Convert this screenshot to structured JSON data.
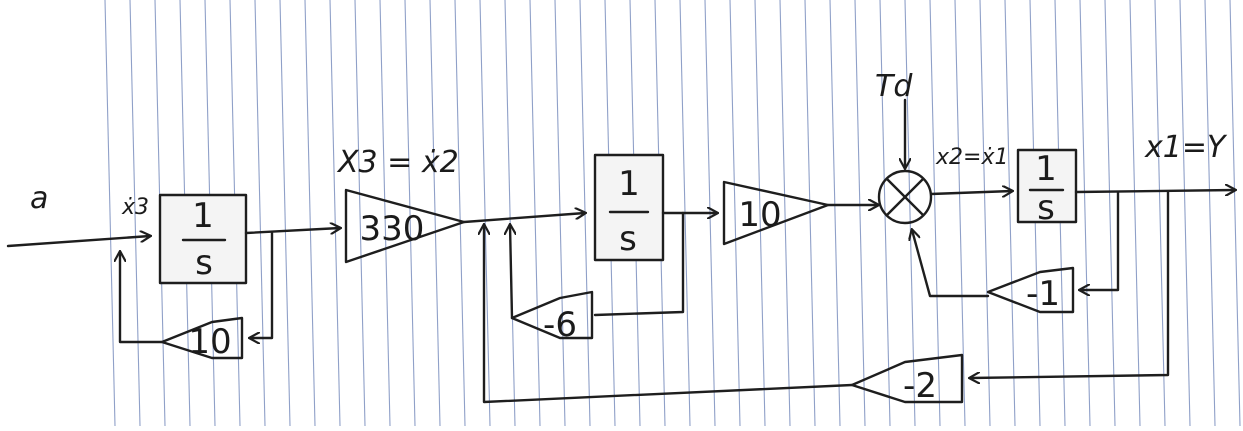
{
  "input_label": "a",
  "signals": {
    "x3dot": "ẋ3",
    "x3_eq_x2dot": "X3 = ẋ2",
    "td": "Td",
    "x2_eq_x1dot": "x2=ẋ1",
    "x1_eq_y": "x1=Y"
  },
  "blocks": {
    "integrator_1": {
      "num": "1",
      "den": "s"
    },
    "gain_330": "330",
    "integrator_2": {
      "num": "1",
      "den": "s"
    },
    "gain_10_fwd": "10",
    "integrator_3": {
      "num": "1",
      "den": "s"
    },
    "gain_10_fb": "10",
    "gain_neg6": "-6",
    "gain_neg1": "-1",
    "gain_neg2": "-2"
  },
  "colors": {
    "ink": "#1e1e1e",
    "paper": "#ffffff",
    "ruling": "#8fa0c8"
  }
}
